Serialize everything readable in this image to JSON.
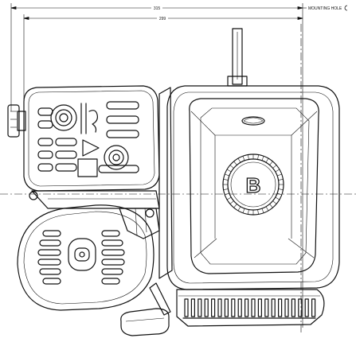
{
  "drawing": {
    "subject": "engine-front-view-line-drawing",
    "dimensions": {
      "overall_width_label": "315",
      "inner_width_label": "299",
      "mounting_hole_label": "MOUNTING HOLE"
    },
    "emblem_letter": "B"
  }
}
